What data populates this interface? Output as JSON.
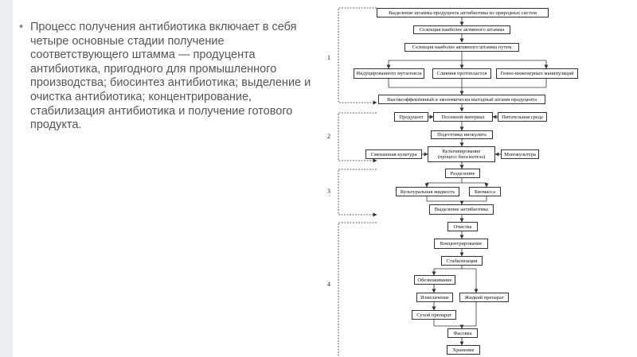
{
  "slide": {
    "bullet_text": "Процесс получения антибиотика включает в себя четыре основные стадии получение соответствующего штамма — продуцента антибиотика, пригодного для промышленного производства; биосинтез антибиотика; выделение и очистка антибиотика; концентрирование, стабилизация антибиотика и получение готового продукта."
  },
  "diagram": {
    "stage_numbers": [
      "1",
      "2",
      "3",
      "4"
    ],
    "boxes": {
      "isolation": "Выделение штамма-продуцента антибиотика из природных систем",
      "selection_active": "Селекция наиболее активного штамма",
      "selection_by": "Селекция наиболее активного штамма путем",
      "mutagenesis": "Индуцированного мутагенеза",
      "protoplast": "Слияния протопластов",
      "genetic_eng": "Генно-инженерных манипуляций",
      "efficient_strain": "Высокоэффективный и экономически выгодный штамм продуцента",
      "producer": "Продуцент",
      "seed_material": "Посевной материал",
      "nutrient_medium": "Питательная среда",
      "inoculum": "Подготовка инокулята",
      "mixed_culture": "Смешанная культура",
      "cultivation_1": "Культивирование",
      "cultivation_2": "(процесс биосинтеза)",
      "monoculture": "Монокультура",
      "separation": "Разделение",
      "culture_liquid": "Культуральная жидкость",
      "biomass": "Биомасса",
      "antibiotic_isolation": "Выделение антибиотика",
      "purification": "Очистка",
      "concentration": "Концентрирование",
      "stabilization": "Стабилизация",
      "dehydration": "Обезвоживание",
      "grinding": "Измельчение",
      "liquid_preparation": "Жидкий препарат",
      "dry_preparation": "Сухой препарат",
      "packaging": "Фасовка",
      "storage": "Хранение"
    }
  }
}
